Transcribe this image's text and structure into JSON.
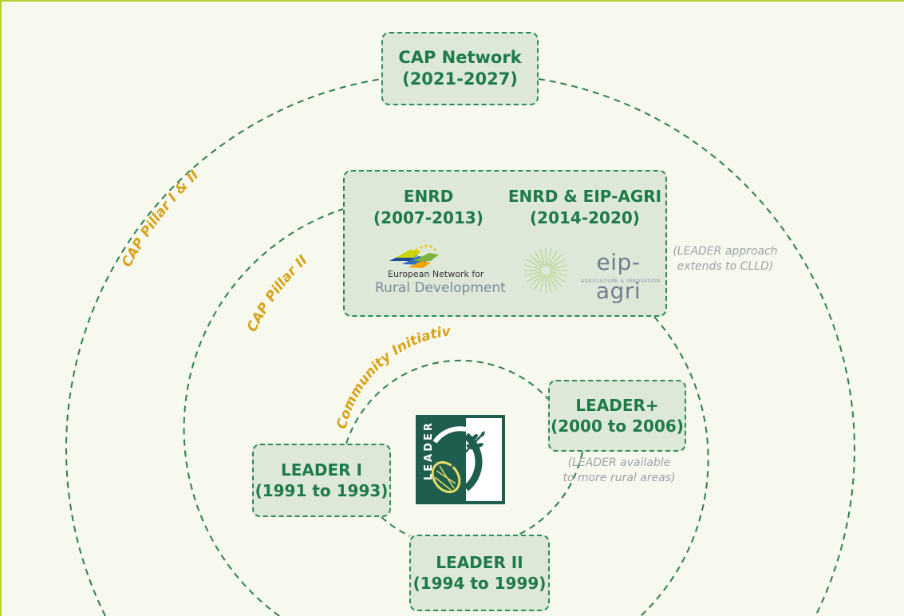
{
  "rings": {
    "outer_label": "CAP Pillar I & II",
    "middle_label": "CAP Pillar II",
    "inner_label": "Community Initiative"
  },
  "boxes": {
    "cap_network": {
      "line1": "CAP Network",
      "line2": "(2021-2027)"
    },
    "enrd": {
      "line1": "ENRD",
      "line2": "(2007-2013)"
    },
    "enrd_eip": {
      "line1": "ENRD & EIP-AGRI",
      "line2": "(2014-2020)"
    },
    "leader_plus": {
      "line1": "LEADER+",
      "line2": "(2000 to 2006)"
    },
    "leader_1": {
      "line1": "LEADER I",
      "line2": "(1991 to 1993)"
    },
    "leader_2": {
      "line1": "LEADER II",
      "line2": "(1994 to 1999)"
    }
  },
  "logos": {
    "enrd_line1": "European Network for",
    "enrd_line2": "Rural Development",
    "eip_name": "eip-agri",
    "eip_tagline": "AGRICULTURE & INNOVATION",
    "leader_text": "LEADER"
  },
  "notes": {
    "clld_line1": "(LEADER approach",
    "clld_line2": "extends to CLLD)",
    "rural_line1": "(LEADER available",
    "rural_line2": "to more rural areas)"
  },
  "colors": {
    "background": "#f7f9ef",
    "box_fill": "#dde8d9",
    "box_border": "#2e8a5a",
    "box_text": "#1e7a48",
    "ring_label": "#d9a21b",
    "note_text": "#9ba3a6",
    "frame_accent": "#b9cf2e",
    "leader_logo_bg": "#1f5e4f"
  }
}
